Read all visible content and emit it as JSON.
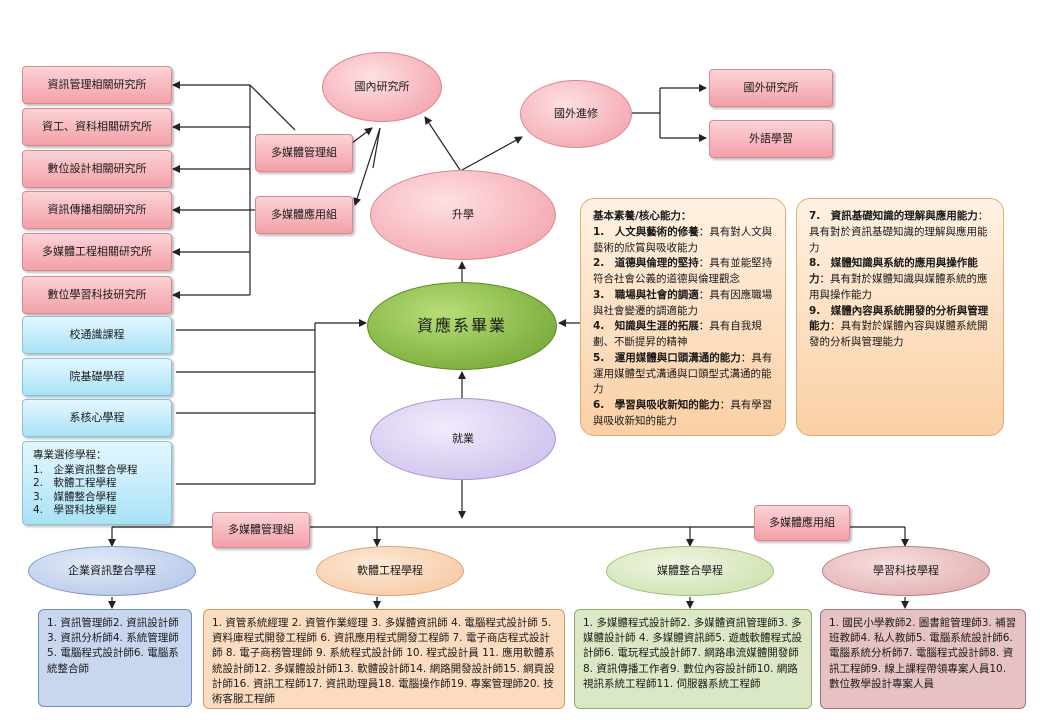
{
  "center": "資應系畢業",
  "further_study": "升學",
  "employment": "就業",
  "domestic_grad": "國內研究所",
  "abroad": "國外進修",
  "foreign_grad": "國外研究所",
  "language": "外語學習",
  "group_management": "多媒體管理組",
  "group_application": "多媒體應用組",
  "grad_fields": [
    "資訊管理相關研究所",
    "資工、資科相關研究所",
    "數位設計相關研究所",
    "資訊傳播相關研究所",
    "多媒體工程相關研究所",
    "數位學習科技研究所"
  ],
  "courses": [
    "校通識課程",
    "院基礎學程",
    "系核心學程"
  ],
  "electives": {
    "title": "專業選修學程：",
    "items": [
      "1.　企業資訊整合學程",
      "2.　軟體工程學程",
      "3.　媒體整合學程",
      "4.　學習科技學程"
    ]
  },
  "competencies_left": [
    {
      "head": "基本素養/核心能力：",
      "body": ""
    },
    {
      "head": "1.　人文與藝術的修養",
      "body": "：具有對人文與藝術的欣賞與吸收能力"
    },
    {
      "head": "2.　道德與倫理的堅持",
      "body": "：具有並能堅持符合社會公義的道德與倫理觀念"
    },
    {
      "head": "3.　職場與社會的調適",
      "body": "：具有因應職場與社會變遷的調適能力"
    },
    {
      "head": "4.　知識與生涯的拓展",
      "body": "：具有自我規劃、不斷提昇的精神"
    },
    {
      "head": "5.　運用媒體與口頭溝通的能力",
      "body": "：具有運用媒體型式溝通與口頭型式溝通的能力"
    },
    {
      "head": "6.　學習與吸收新知的能力",
      "body": "：具有學習與吸收新知的能力"
    }
  ],
  "competencies_right": [
    {
      "head": "7.　資訊基礎知識的理解與應用能力",
      "body": "：具有對於資訊基礎知識的理解與應用能力"
    },
    {
      "head": "8.　媒體知識與系統的應用與操作能力",
      "body": "：具有對於媒體知識與媒體系統的應用與操作能力"
    },
    {
      "head": "9.　媒體內容與系統開發的分析與管理能力",
      "body": "：具有對於媒體內容與媒體系統開發的分析與管理能力"
    }
  ],
  "tracks": [
    "企業資訊整合學程",
    "軟體工程學程",
    "媒體整合學程",
    "學習科技學程"
  ],
  "jobs": [
    "1. 資訊管理師2. 資訊設計師3. 資訊分析師4. 系統管理師5. 電腦程式設計師6. 電腦系統整合師",
    "1. 資管系統經理 2. 資管作業經理 3. 多媒體資訊師 4. 電腦程式設計師 5. 資料庫程式開發工程師 6. 資訊應用程式開發工程師 7. 電子商店程式設計師 8. 電子商務管理師 9. 系統程式設計師 10. 程式設計員 11. 應用軟體系統設計師12. 多媒體設計師13. 軟體設計師14. 網路開發設計師15. 網頁設計師16. 資訊工程師17. 資訊助理員18. 電腦操作師19. 專案管理師20. 技術客服工程師",
    "1. 多媒體程式設計師2. 多媒體資訊管理師3. 多媒體設計師 4. 多媒體資訊師5. 遊戲軟體程式設計師6. 電玩程式設計師7. 網路串流媒體開發師8. 資訊傳播工作者9. 數位內容設計師10. 網路視訊系統工程師11. 伺服器系統工程師",
    "1. 國民小學教師2. 圖書館管理師3. 補習班教師4. 私人教師5. 電腦系統設計師6. 電腦系統分析師7. 電腦程式設計師8. 資訊工程師9. 線上課程帶領專案人員10. 數位教學設計專案人員"
  ]
}
